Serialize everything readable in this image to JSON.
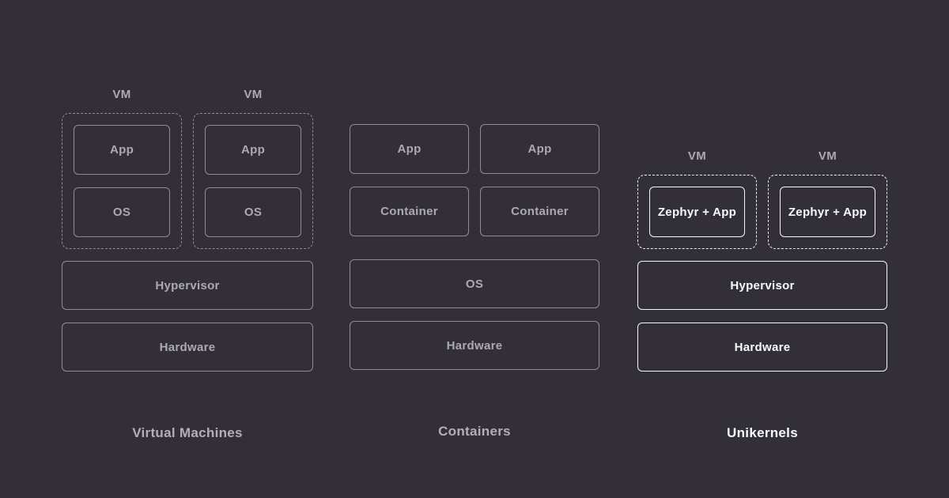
{
  "diagram": {
    "colors": {
      "background": "#332F39",
      "muted_border": "#8F8C95",
      "muted_text": "#ACA9B1",
      "caption_muted": "#B2AFB6",
      "highlight": "#F5F4F7",
      "highlight_text": "#FAFAFC"
    },
    "columns": [
      {
        "caption": "Virtual Machines",
        "vm_labels": [
          "VM",
          "VM"
        ],
        "vm_groups": [
          {
            "items": [
              "App",
              "OS"
            ]
          },
          {
            "items": [
              "App",
              "OS"
            ]
          }
        ],
        "layers": [
          "Hypervisor",
          "Hardware"
        ]
      },
      {
        "caption": "Containers",
        "stacks": [
          {
            "items": [
              "App",
              "Container"
            ]
          },
          {
            "items": [
              "App",
              "Container"
            ]
          }
        ],
        "layers": [
          "OS",
          "Hardware"
        ]
      },
      {
        "caption": "Unikernels",
        "vm_labels": [
          "VM",
          "VM"
        ],
        "vm_groups": [
          {
            "items": [
              "Zephyr + App"
            ]
          },
          {
            "items": [
              "Zephyr + App"
            ]
          }
        ],
        "layers": [
          "Hypervisor",
          "Hardware"
        ]
      }
    ]
  }
}
